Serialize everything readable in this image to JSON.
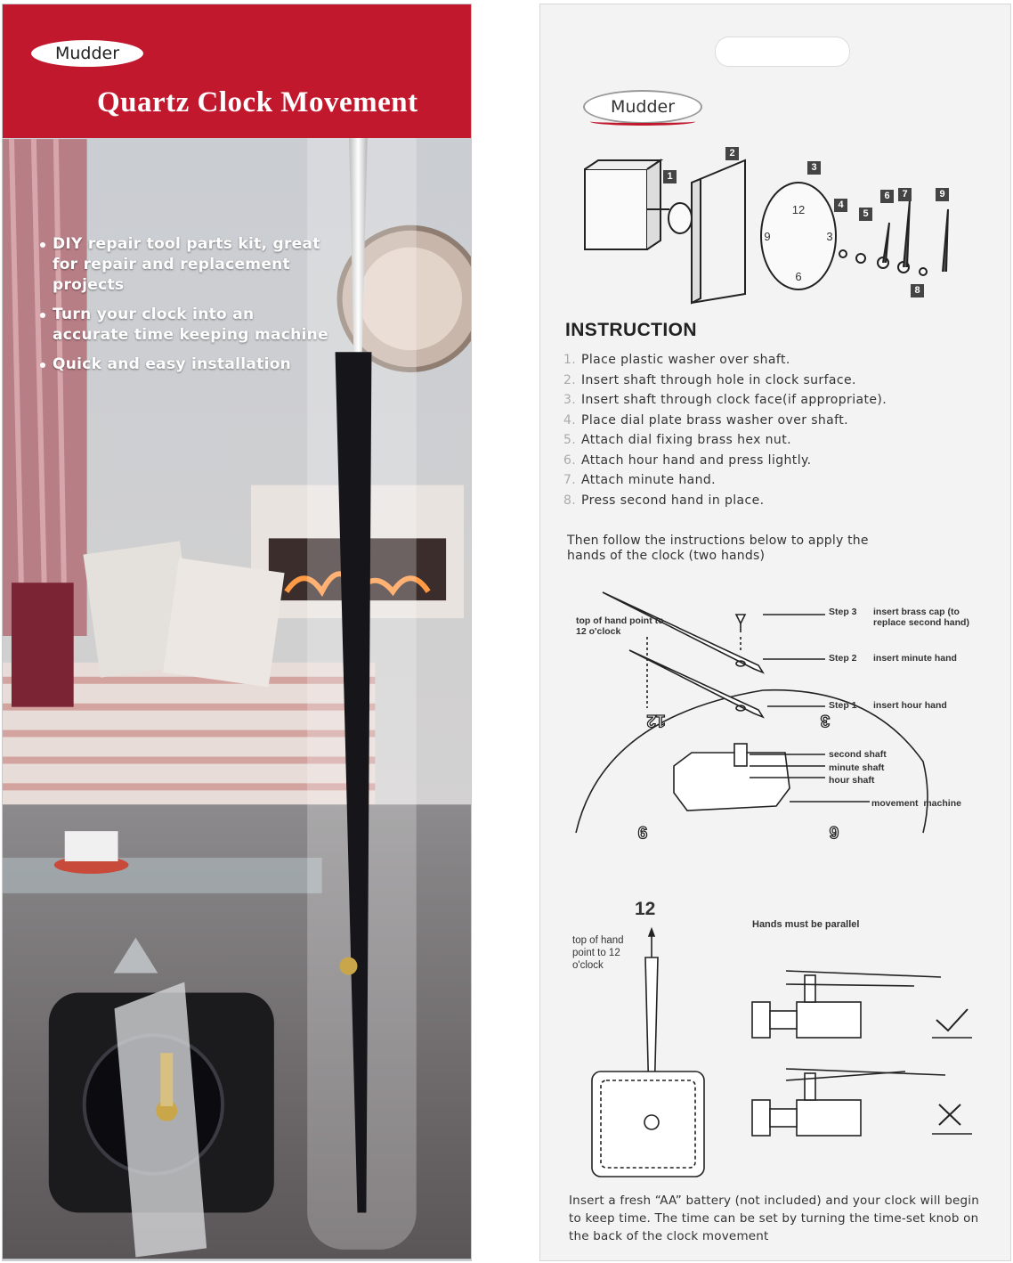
{
  "front": {
    "brand": "Mudder",
    "title": "Quartz Clock Movement",
    "bullets": [
      "DIY repair tool parts kit, great for repair and replacement projects",
      "Turn your clock into an accurate time keeping machine",
      "Quick and easy installation"
    ]
  },
  "back": {
    "brand": "Mudder",
    "part_numbers": [
      "1",
      "2",
      "3",
      "4",
      "5",
      "6",
      "7",
      "8",
      "9"
    ],
    "instruction_title": "INSTRUCTION",
    "steps": [
      {
        "n": "1.",
        "text": "Place plastic washer over shaft."
      },
      {
        "n": "2.",
        "text": "Insert shaft through hole in clock surface."
      },
      {
        "n": "3.",
        "text": "Insert shaft through clock face(if appropriate)."
      },
      {
        "n": "4.",
        "text": "Place dial plate brass washer over shaft."
      },
      {
        "n": "5.",
        "text": "Attach dial fixing brass hex nut."
      },
      {
        "n": "6.",
        "text": "Attach hour hand and press lightly."
      },
      {
        "n": "7.",
        "text": "Attach minute hand."
      },
      {
        "n": "8.",
        "text": "Press second hand in place."
      }
    ],
    "then_text": "Then follow the instructions below to apply the hands of the clock (two hands)",
    "diagram1": {
      "top_of_hand": "top of hand point to 12 o'clock",
      "step3": "Step 3",
      "step3_desc": "insert brass cap (to replace second hand)",
      "step2": "Step 2",
      "step2_desc": "insert minute hand",
      "step1": "Step 1",
      "step1_desc": "insert hour hand",
      "second_shaft": "second shaft",
      "minute_shaft": "minute shaft",
      "hour_shaft": "hour shaft",
      "movement_machine": "movement  machine",
      "dial_12": "12",
      "dial_3": "3",
      "dial_6": "6",
      "dial_9": "9"
    },
    "diagram2": {
      "twelve": "12",
      "top_of_hand": "top of hand point to 12 o'clock",
      "parallel": "Hands must be parallel"
    },
    "footer": "Insert a fresh  “AA”  battery (not included) and your clock will begin to keep time. The time can be set by turning the time-set knob on the back of the clock movement"
  },
  "colors": {
    "brand_red": "#c2182e",
    "card_back": "#f3f3f3"
  }
}
